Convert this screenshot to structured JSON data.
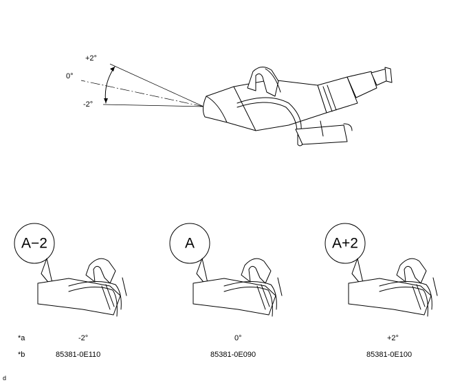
{
  "angles": {
    "plus": "+2°",
    "zero": "0°",
    "minus": "-2°"
  },
  "bubbles": [
    {
      "label": "A−2"
    },
    {
      "label": "A"
    },
    {
      "label": "A+2"
    }
  ],
  "table": {
    "row_a_key": "*a",
    "row_b_key": "*b",
    "columns": [
      {
        "angle": "-2°",
        "part": "85381-0E110"
      },
      {
        "angle": "0°",
        "part": "85381-0E090"
      },
      {
        "angle": "+2°",
        "part": "85381-0E100"
      }
    ]
  },
  "footer_mark": "d"
}
